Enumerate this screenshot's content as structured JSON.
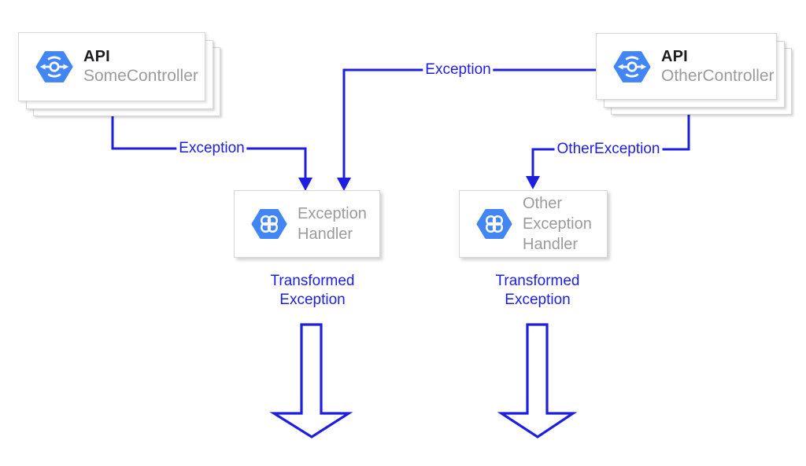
{
  "colors": {
    "accent": "#1e1ee1",
    "hex_blue": "#4285f4",
    "muted": "#9b9b9b",
    "title": "#1d1d1f",
    "card_border": "#d6d6d6"
  },
  "nodes": {
    "api_left": {
      "title": "API",
      "subtitle": "SomeController"
    },
    "api_right": {
      "title": "API",
      "subtitle": "OtherController"
    },
    "handler_left": {
      "label": "Exception\nHandler"
    },
    "handler_right": {
      "label": "Other\nException\nHandler"
    }
  },
  "labels": {
    "edge_exception_left": "Exception",
    "edge_exception_top": "Exception",
    "edge_other_exception": "OtherException",
    "transformed_left": "Transformed\nException",
    "transformed_right": "Transformed\nException"
  }
}
